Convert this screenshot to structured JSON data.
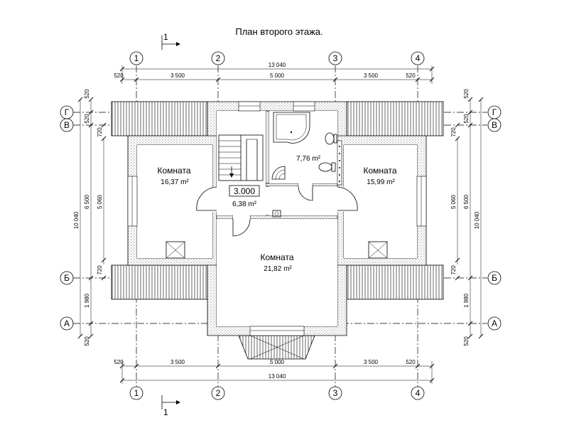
{
  "title": "План второго этажа.",
  "section_mark": "1",
  "axes_numeric": [
    "1",
    "2",
    "3",
    "4"
  ],
  "axes_letter": [
    "Г",
    "В",
    "Б",
    "А"
  ],
  "dims_horizontal": {
    "total": "13 040",
    "segments": [
      "520",
      "3 500",
      "5 000",
      "3 500",
      "520"
    ]
  },
  "dims_vertical_outer": {
    "total": "10 040",
    "segments": [
      "520",
      "520",
      "6 500",
      "1 980",
      "520"
    ]
  },
  "dims_vertical_inner": {
    "segments": [
      "720",
      "5 060",
      "720"
    ]
  },
  "level_mark": "3.000",
  "rooms": [
    {
      "name": "Комната",
      "area": "16,37 m²"
    },
    {
      "name": "Комната",
      "area": "15,99 m²"
    },
    {
      "name": "Комната",
      "area": "21,82 m²"
    },
    {
      "name": "",
      "area": "7,76 m²"
    },
    {
      "name": "",
      "area": "6,38 m²"
    }
  ]
}
